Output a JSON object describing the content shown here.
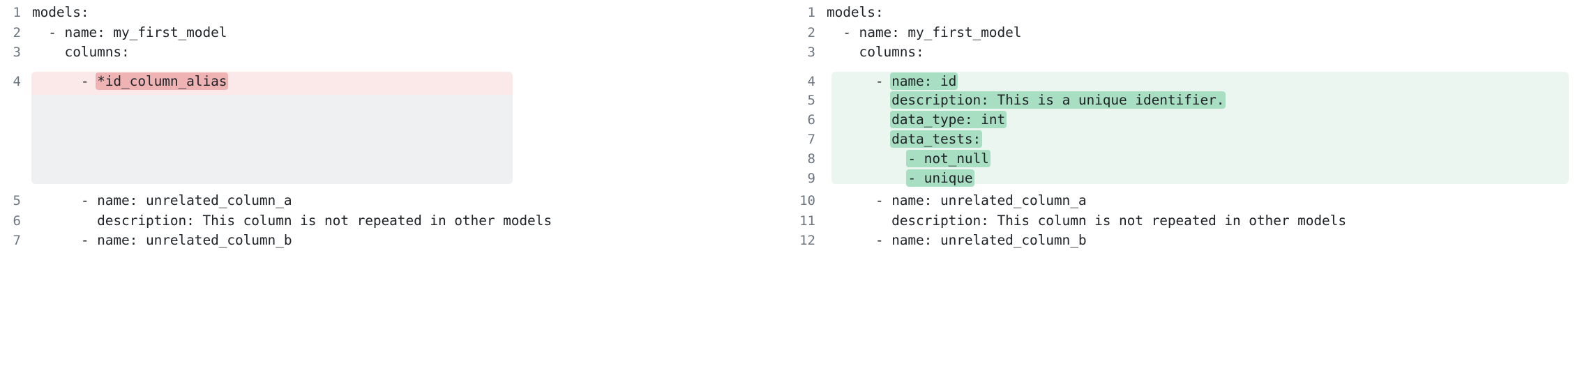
{
  "view": {
    "kind": "side-by-side-diff",
    "colors": {
      "removed_row_bg": "#fbe9e9",
      "removed_word_bg": "#f0b3b3",
      "added_row_bg": "#eaf6ef",
      "added_word_bg": "#a8dec2",
      "filler_bg": "#eff0f2",
      "line_number_fg": "#6e7781",
      "code_fg": "#1f2328",
      "page_bg": "#ffffff"
    }
  },
  "left_pane": {
    "name": "before",
    "lines": [
      {
        "number": "1",
        "text": "models:",
        "type": "context"
      },
      {
        "number": "2",
        "text": "  - name: my_first_model",
        "type": "context"
      },
      {
        "number": "3",
        "text": "    columns:",
        "type": "context"
      },
      {
        "number": "4",
        "text": "      - ",
        "chip": "*id_column_alias",
        "type": "removed"
      },
      {
        "number": "5",
        "text": "      - name: unrelated_column_a",
        "type": "context"
      },
      {
        "number": "6",
        "text": "        description: This column is not repeated in other models",
        "type": "context"
      },
      {
        "number": "7",
        "text": "      - name: unrelated_column_b",
        "type": "context"
      }
    ]
  },
  "right_pane": {
    "name": "after",
    "lines": [
      {
        "number": "1",
        "text": "models:",
        "type": "context"
      },
      {
        "number": "2",
        "text": "  - name: my_first_model",
        "type": "context"
      },
      {
        "number": "3",
        "text": "    columns:",
        "type": "context"
      },
      {
        "number": "4",
        "text": "      - ",
        "chip": "name: id",
        "type": "added"
      },
      {
        "number": "5",
        "text": "        ",
        "chip": "description: This is a unique identifier.",
        "type": "added"
      },
      {
        "number": "6",
        "text": "        ",
        "chip": "data_type: int",
        "type": "added"
      },
      {
        "number": "7",
        "text": "        ",
        "chip": "data_tests:",
        "type": "added"
      },
      {
        "number": "8",
        "text": "          ",
        "chip": "- not_null",
        "type": "added"
      },
      {
        "number": "9",
        "text": "          ",
        "chip": "- unique",
        "type": "added"
      },
      {
        "number": "10",
        "text": "      - name: unrelated_column_a",
        "type": "context"
      },
      {
        "number": "11",
        "text": "        description: This column is not repeated in other models",
        "type": "context"
      },
      {
        "number": "12",
        "text": "      - name: unrelated_column_b",
        "type": "context"
      }
    ]
  }
}
